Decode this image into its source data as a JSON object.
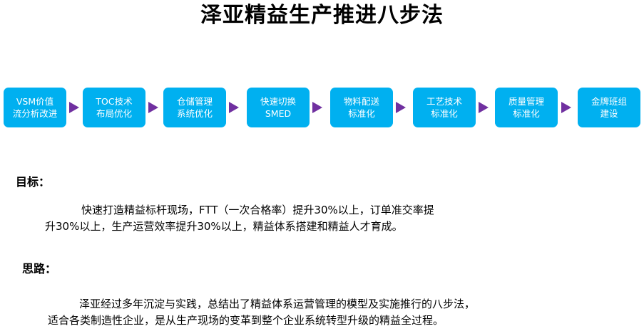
{
  "title": "泽亚精益生产推进八步法",
  "steps": [
    {
      "label": "VSM价值\n流分析改进"
    },
    {
      "label": "TOC技术\n布局优化"
    },
    {
      "label": "仓储管理\n系统优化"
    },
    {
      "label": "快速切换\nSMED"
    },
    {
      "label": "物料配送\n标准化"
    },
    {
      "label": "工艺技术\n标准化"
    },
    {
      "label": "质量管理\n标准化"
    },
    {
      "label": "金牌班组\n建设"
    }
  ],
  "goal": {
    "heading": "目标：",
    "line1": "快速打造精益标杆现场，FTT（一次合格率）提升30%以上，订单准交率提",
    "line2": "升30%以上，生产运营效率提升30%以上，精益体系搭建和精益人才育成。"
  },
  "approach": {
    "heading": "思路：",
    "line1": "泽亚经过多年沉淀与实践，总结出了精益体系运营管理的模型及实施推行的八步法，",
    "line2": "适合各类制造性企业，是从生产现场的变革到整个企业系统转型升级的精益全过程。"
  },
  "colors": {
    "step_fill": "#00b0f0",
    "arrow": "#7030a0"
  }
}
